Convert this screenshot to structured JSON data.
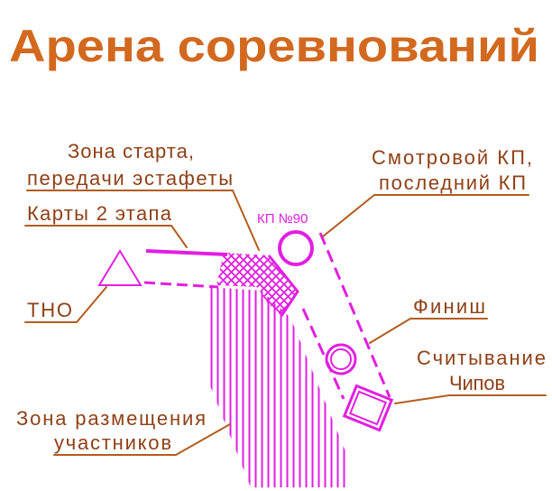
{
  "title": "Арена соревнований",
  "labels": {
    "start_zone_line1": "Зона старта,",
    "start_zone_line2": "передачи эстафеты",
    "viewing_cp_line1": "Смотровой КП,",
    "viewing_cp_line2": "последний КП",
    "cp_number": "КП №90",
    "stage2_maps": "Карты 2 этапа",
    "tno": "ТНО",
    "finish": "Финиш",
    "chip_reading_line1": "Считывание",
    "chip_reading_line2": "Чипов",
    "participants_zone_line1": "Зона размещения",
    "participants_zone_line2": "участников"
  },
  "colors": {
    "title": "#d2691e",
    "label": "#8f4016",
    "leader": "#b35c1e",
    "map_symbol": "#e21ee2"
  }
}
